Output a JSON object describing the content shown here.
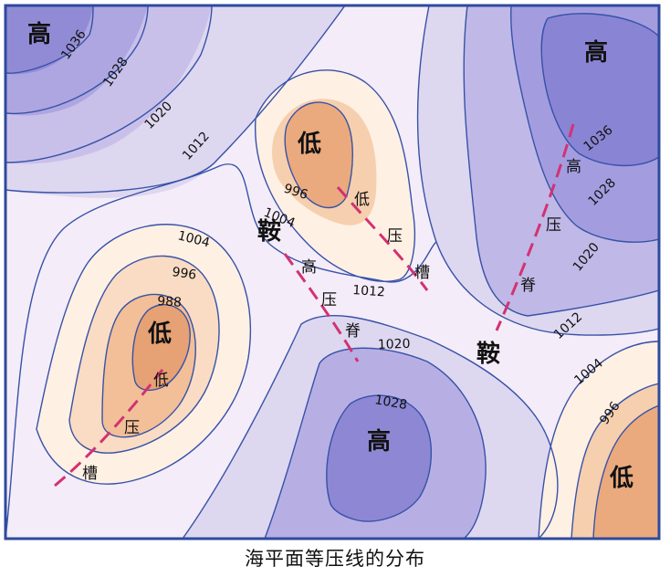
{
  "caption": "海平面等压线的分布",
  "colors": {
    "border": "#2d4a9c",
    "background": "#f4ecf8",
    "high_outer": "#ded7f0",
    "high_mid": "#b9b0e4",
    "high_inner": "#8c86d4",
    "low_outer": "#fff0e4",
    "low_mid": "#f8d2b4",
    "low_inner": "#e8a77a",
    "isobar": "#3752a8",
    "axis_line": "#d23273"
  },
  "centers": {
    "top_left_high": "高",
    "top_right_high": "高",
    "bottom_middle_high": "高",
    "upper_middle_low": "低",
    "left_low": "低",
    "bottom_right_low": "低",
    "saddle_left": "鞍",
    "saddle_right": "鞍"
  },
  "isobar_labels": {
    "tl_1036": "1036",
    "tl_1028": "1028",
    "tl_1020": "1020",
    "tl_1012": "1012",
    "um_996": "996",
    "um_1004": "1004",
    "l_1004": "1004",
    "l_996": "996",
    "l_988": "988",
    "m_1012": "1012",
    "m_1020": "1020",
    "m_1028": "1028",
    "tr_1036": "1036",
    "tr_1028": "1028",
    "tr_1020": "1020",
    "r_1012": "1012",
    "br_1004": "1004",
    "br_996": "996"
  },
  "axis_labels": {
    "trough_left": [
      "低",
      "压",
      "槽"
    ],
    "trough_middle": [
      "低",
      "压",
      "槽"
    ],
    "ridge_middle": [
      "高",
      "压",
      "脊"
    ],
    "ridge_right": [
      "高",
      "压",
      "脊"
    ]
  }
}
